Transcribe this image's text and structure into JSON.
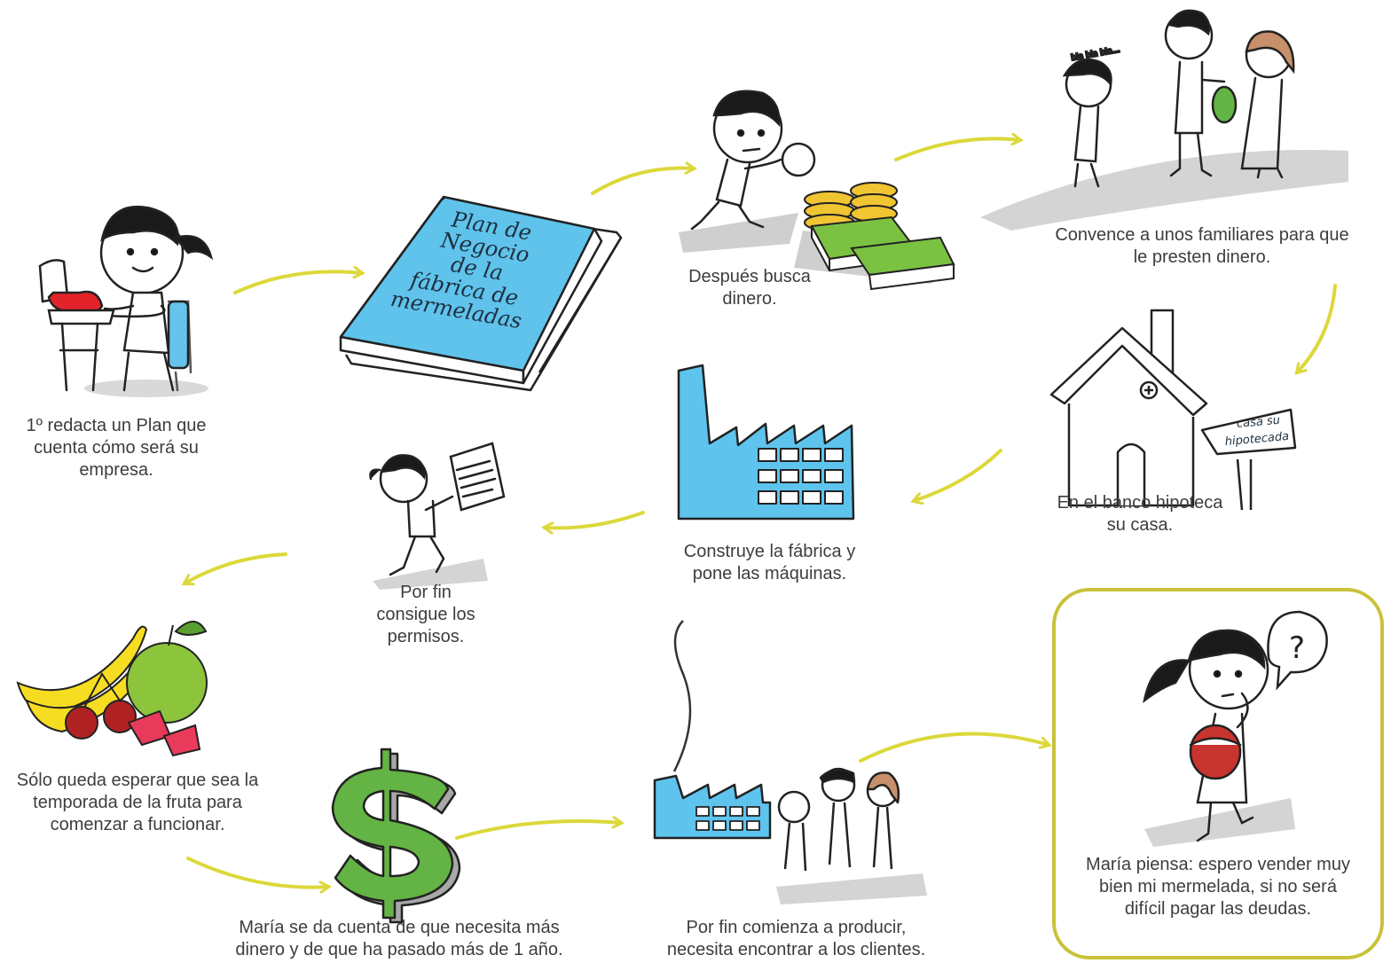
{
  "book": {
    "lines": [
      "Plan de",
      "Negocio",
      "de la",
      "fábrica de",
      "mermeladas"
    ]
  },
  "sign": {
    "lines": [
      "casa su",
      "hipotecada"
    ]
  },
  "thought": {
    "symbol": "?"
  },
  "speech": {
    "text": "bla bla bla..."
  },
  "captions": {
    "plan": [
      "1º redacta un Plan que",
      "cuenta cómo será su",
      "empresa."
    ],
    "busca": [
      "Después busca",
      "dinero."
    ],
    "familiares": [
      "Convence a unos familiares para que",
      "le presten dinero."
    ],
    "banco": [
      "En el banco hipoteca",
      "su casa."
    ],
    "fabrica": [
      "Construye la fábrica y",
      "pone las máquinas."
    ],
    "permisos": [
      "Por fin",
      "consigue los",
      "permisos."
    ],
    "fruta": [
      "Sólo queda esperar que sea la",
      "temporada de la fruta para",
      "comenzar a funcionar."
    ],
    "dinero": [
      "María se da cuenta de que necesita más",
      "dinero y de que ha pasado más de 1 año."
    ],
    "producir": [
      "Por fin comienza a producir,",
      "necesita encontrar a los clientes."
    ],
    "piensa": [
      "María piensa: espero vender muy",
      "bien mi mermelada, si no será",
      "difícil pagar las deudas."
    ]
  },
  "colors": {
    "arrow": "#dcd83a",
    "book": "#5fc3ec",
    "factory": "#5ec4ee",
    "money": "#63b444",
    "shadow": "#d4d4d4",
    "typewriter": "#e2232a",
    "frame": "#c9c23a"
  },
  "icons": [
    "girl-typing-icon",
    "business-plan-book-icon",
    "magnifier-girl-icon",
    "money-stack-icon",
    "family-loan-icon",
    "house-mortgage-icon",
    "factory-icon",
    "permit-girl-icon",
    "fruit-icon",
    "dollar-icon",
    "producing-factory-icon",
    "thinking-girl-icon"
  ]
}
